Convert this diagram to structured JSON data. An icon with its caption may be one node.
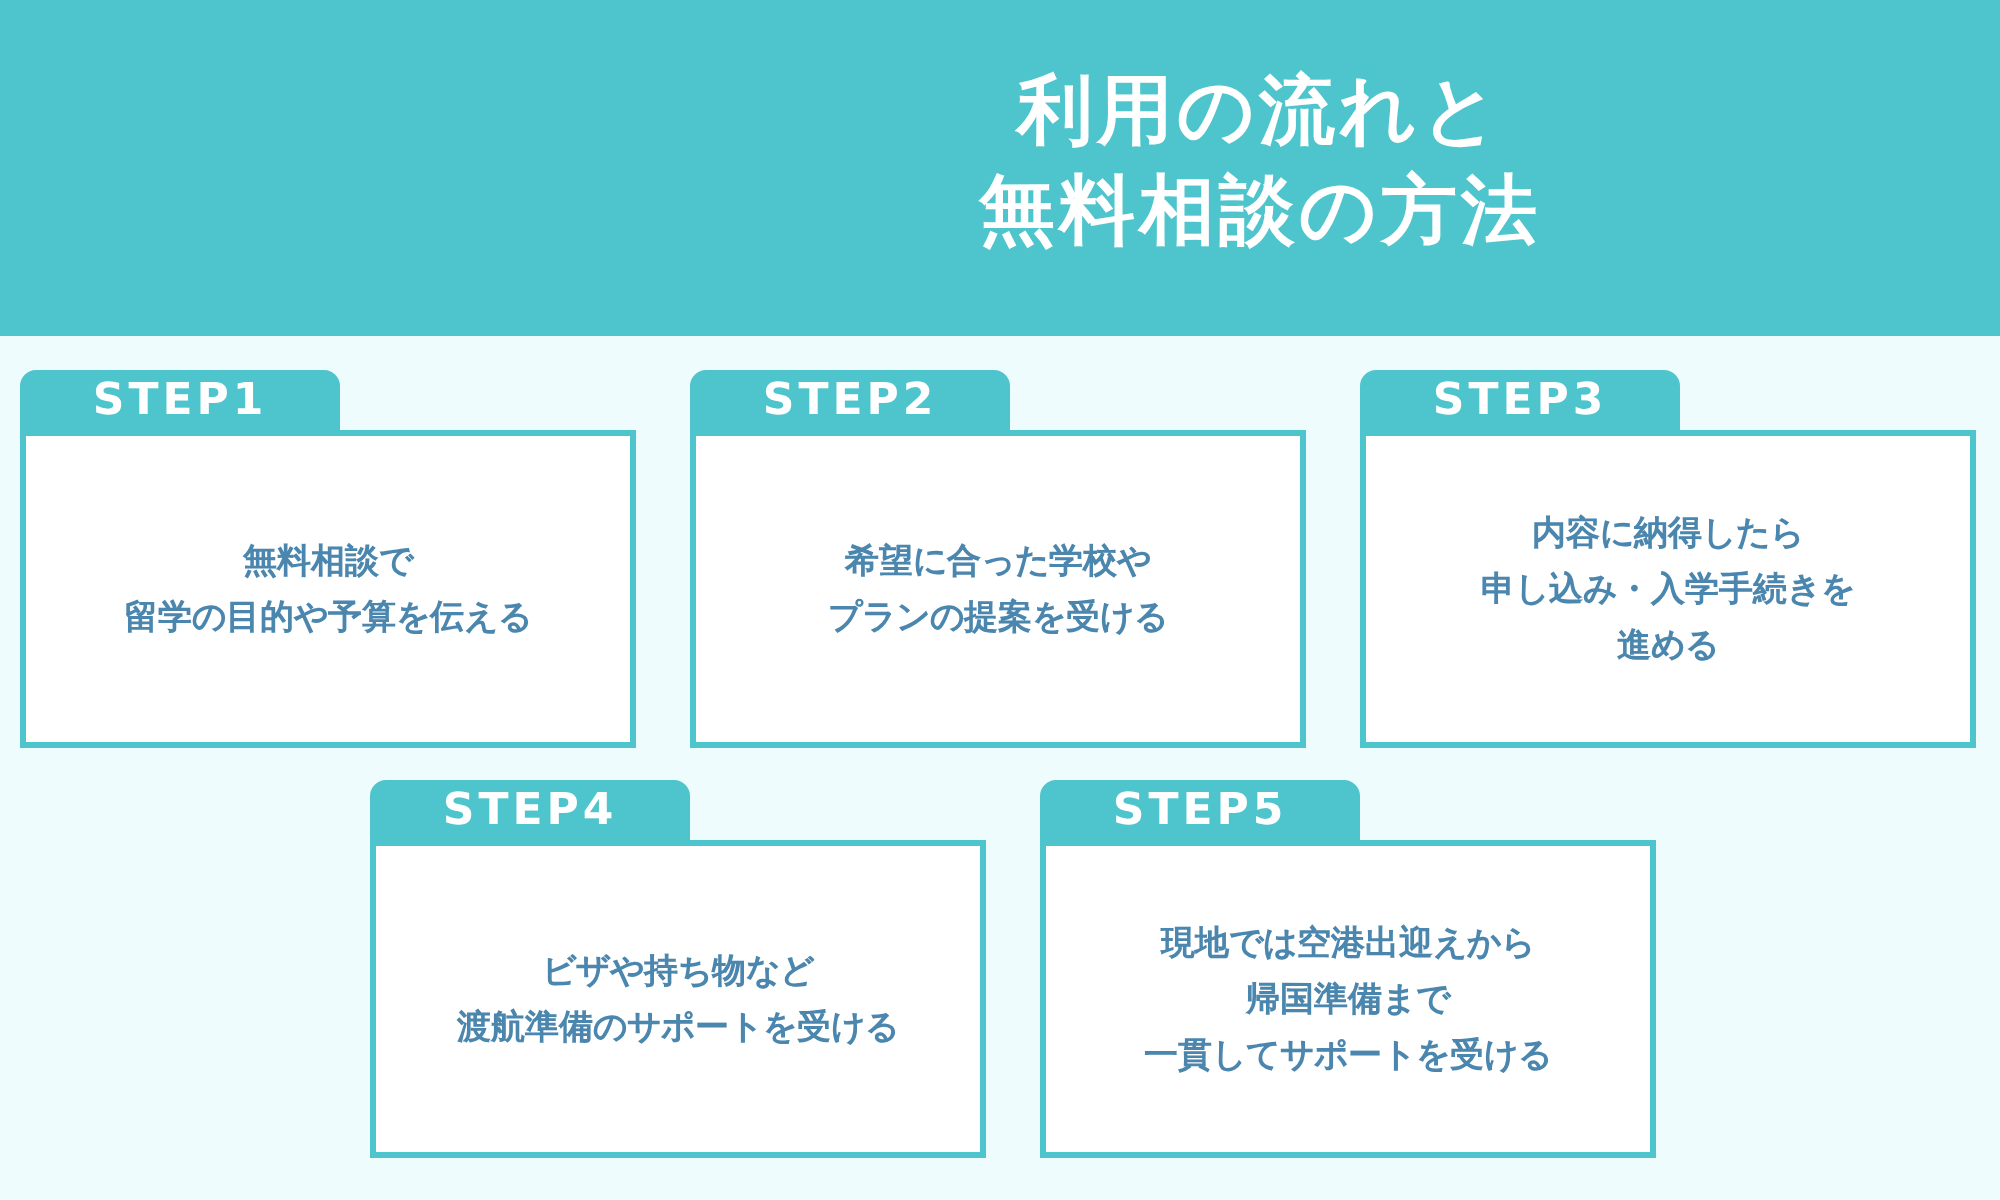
{
  "diagram": {
    "title": "利用の流れと無料相談の方法",
    "nodes": [
      {
        "text": [
          "STEP1",
          "無料相談で留学の目的や予算を伝える"
        ]
      },
      {
        "text": [
          "STEP2",
          "希望に合った学校やプランの提案を受ける"
        ]
      },
      {
        "text": [
          "STEP3",
          "内容に納得したら申し込み・入学手続きを進める"
        ]
      },
      {
        "text": [
          "STEP4",
          "ビザや持ち物など渡航準備のサポートを受ける"
        ]
      },
      {
        "text": [
          "STEP5",
          "現地では空港出迎えから帰国準備まで一貫してサポートを受ける"
        ]
      }
    ]
  }
}
